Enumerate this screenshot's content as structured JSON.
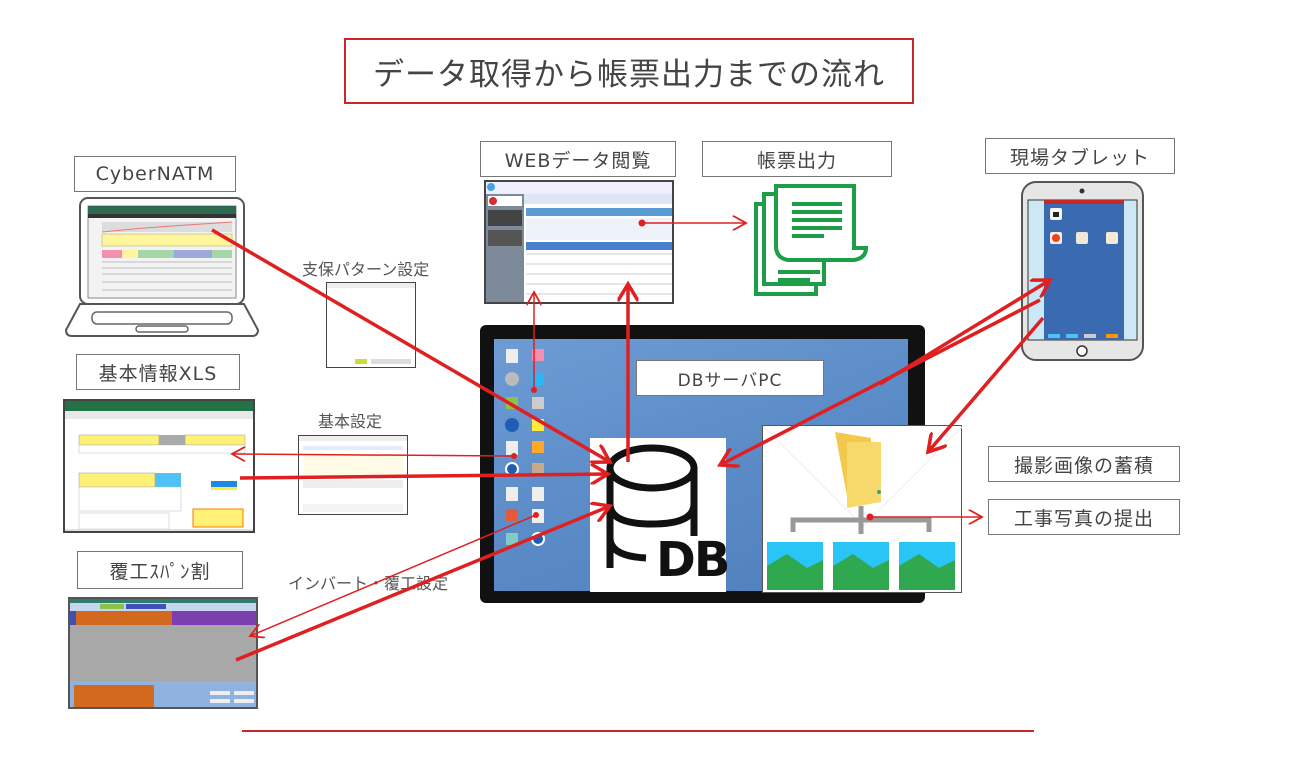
{
  "title": "データ取得から帳票出力までの流れ",
  "labels": {
    "cybernatm": "CyberNATM",
    "kihon_xls": "基本情報XLS",
    "fukko_span": "覆工ｽﾊﾟﾝ割",
    "web_view": "WEBデータ閲覧",
    "report_output": "帳票出力",
    "tablet": "現場タブレット",
    "db_server": "DBサーバPC",
    "photo_storage": "撮影画像の蓄積",
    "photo_submit": "工事写真の提出"
  },
  "annotations": {
    "support_pattern": "支保パターン設定",
    "basic_settings": "基本設定",
    "invert_lining": "インバート・覆工設定"
  },
  "icons": {
    "db": "DB",
    "db_label": "database-icon",
    "report": "document-stack-icon",
    "folder": "folder-icon",
    "photo": "landscape-photo-icon"
  },
  "colors": {
    "arrow": "#e02020",
    "frame": "#c62828",
    "report_green": "#1e9e48",
    "desktop_blue": "#5b8cc7",
    "tablet_blue": "#3a6ab0"
  }
}
